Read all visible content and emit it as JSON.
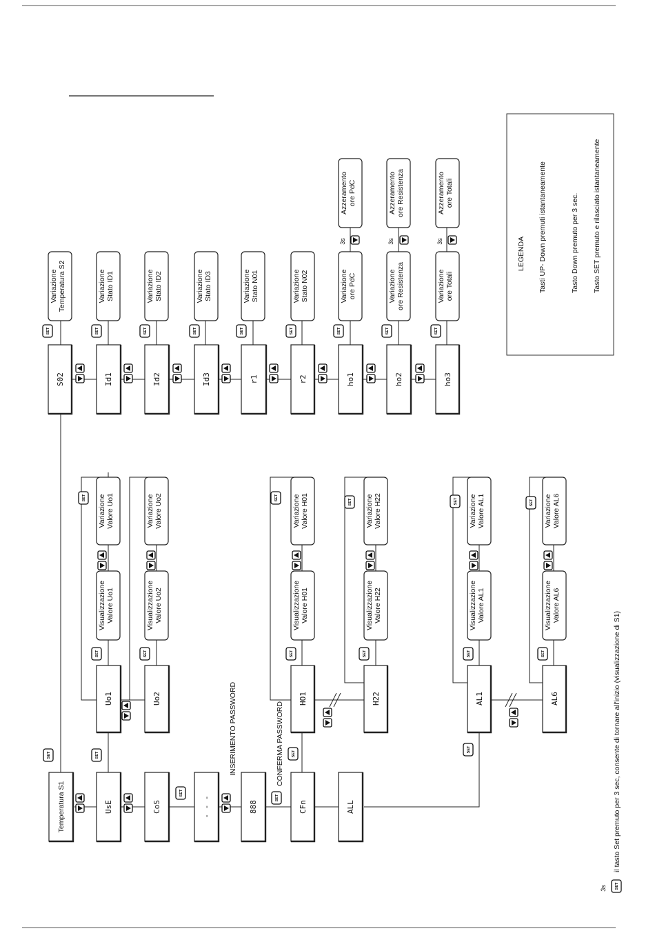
{
  "title": "",
  "nodes": {
    "temp_s1": "Temperatura S1",
    "usr": "UsE",
    "cos": "CoS",
    "dash": "- - -",
    "n888": "888",
    "cfn": "CFn",
    "all": "ALL",
    "uo1": "Uo1",
    "uo2": "Uo2",
    "ho1": "HO1",
    "h22": "H22",
    "al1": "AL1",
    "al6": "AL6",
    "s02": "S02",
    "id1": "Id1",
    "id2": "Id2",
    "id3": "Id3",
    "r1": "r1",
    "r2": "r2",
    "ho_1": "ho1",
    "ho_2": "ho2",
    "ho_3": "ho3"
  },
  "details": {
    "vis_uo1": [
      "Visualizzazione",
      "Valore Uo1"
    ],
    "var_uo1": [
      "Variazione",
      "Valore Uo1"
    ],
    "vis_uo2": [
      "Visualizzazione",
      "Valore Uo2"
    ],
    "var_uo2": [
      "Variazione",
      "Valore Uo2"
    ],
    "vis_h01": [
      "Visualizzazione",
      "Valore H01"
    ],
    "var_h01": [
      "Variazione",
      "Valore H01"
    ],
    "vis_h22": [
      "Visualizzazione",
      "Valore H22"
    ],
    "var_h22": [
      "Variazione",
      "Valore H22"
    ],
    "vis_al1": [
      "Visualizzazione",
      "Valore AL1"
    ],
    "var_al1": [
      "Variazione",
      "Valore AL1"
    ],
    "vis_al6": [
      "Visualizzazione",
      "Valore AL6"
    ],
    "var_al6": [
      "Variazione",
      "Valore AL6"
    ],
    "var_s2": [
      "Variazione",
      "Temperatura S2"
    ],
    "var_id1": [
      "Variazione",
      "Stato ID1"
    ],
    "var_id2": [
      "Variazione",
      "Stato ID2"
    ],
    "var_id3": [
      "Variazione",
      "Stato ID3"
    ],
    "var_n01": [
      "Variazione",
      "Stato N01"
    ],
    "var_n02": [
      "Variazione",
      "Stato N02"
    ],
    "var_pdc": [
      "Variazione",
      "ore PdC"
    ],
    "var_res": [
      "Variazione",
      "ore Resistenza"
    ],
    "var_tot": [
      "Variazione",
      "ore Totali"
    ],
    "az_pdc": [
      "Azzeramento",
      "ore PdC"
    ],
    "az_res": [
      "Azzeramento",
      "ore Resistenza"
    ],
    "az_tot": [
      "Azzeramento",
      "ore Totali"
    ]
  },
  "labels": {
    "inserimento": "INSERIMENTO PASSWORD",
    "conferma": "CONFERMA PASSWORD",
    "three_s": "3s",
    "set": "SET"
  },
  "legend": {
    "title": "LEGENDA",
    "updown": "Tasti UP- Down premuti istantaneamente",
    "down3s": "Tasto Down premuto per 3 sec.",
    "set": "Tasto SET premuto e rilasciato istantaneamente"
  },
  "footnote": "il tasto Set premuto per 3 sec, consente di tornare all'inizio (visualizzazione di S1)",
  "icons": [
    "up-arrow-icon",
    "down-arrow-icon",
    "set-key-icon"
  ]
}
